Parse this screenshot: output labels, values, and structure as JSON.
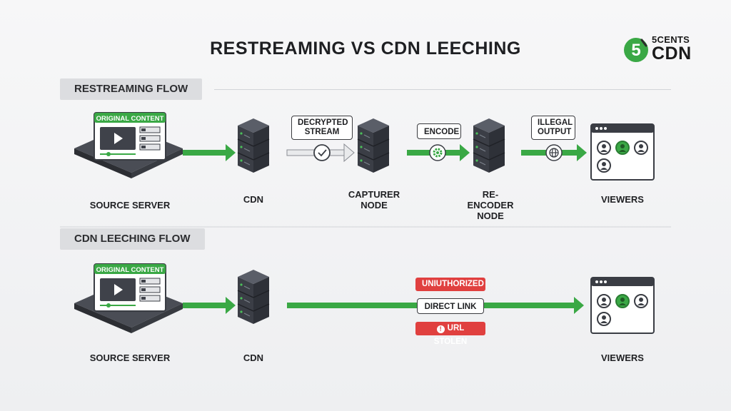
{
  "title": "RESTREAMING VS CDN LEECHING",
  "logo": {
    "top": "5CENTS",
    "bottom": "CDN",
    "badge": "5"
  },
  "colors": {
    "green": "#3aa845",
    "dark": "#3a3d44",
    "red": "#e0403f"
  },
  "restreaming": {
    "section_label": "RESTREAMING FLOW",
    "source_badge": "ORIGINAL CONTENT",
    "source_label": "SOURCE SERVER",
    "cdn_label": "CDN",
    "tag_decrypted_line1": "DECRYPTED",
    "tag_decrypted_line2": "STREAM",
    "capturer_line1": "CAPTURER",
    "capturer_line2": "NODE",
    "tag_encode": "ENCODE",
    "reencoder_line1": "RE-ENCODER",
    "reencoder_line2": "NODE",
    "tag_illegal_line1": "ILLEGAL",
    "tag_illegal_line2": "OUTPUT",
    "viewers_label": "VIEWERS"
  },
  "leeching": {
    "section_label": "CDN LEECHING FLOW",
    "source_badge": "ORIGINAL CONTENT",
    "source_label": "SOURCE SERVER",
    "cdn_label": "CDN",
    "tag_unauthorized": "UNIUTHORIZED",
    "tag_direct": "DIRECT LINK",
    "tag_url_stolen": "URL STOLEN",
    "viewers_label": "VIEWERS"
  }
}
